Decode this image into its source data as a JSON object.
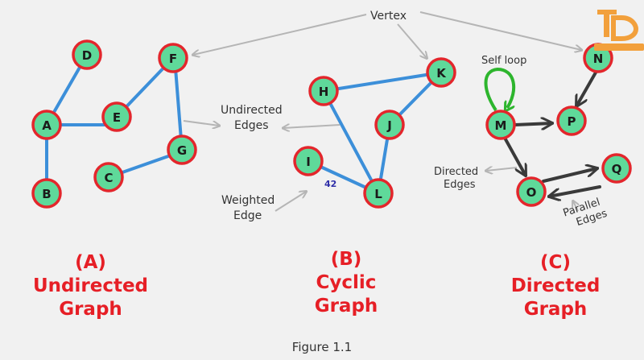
{
  "colors": {
    "background": "#f1f1f1",
    "node_fill": "#5fd99a",
    "node_stroke": "#e3262c",
    "undirected_edge": "#3c8fd9",
    "directed_edge": "#3a3a3a",
    "annotation_arrow": "#b5b5b5",
    "self_loop": "#2db52d",
    "title": "#e61f26",
    "weight": "#2f2fa8"
  },
  "annotations": {
    "vertex": "Vertex",
    "undirected_edges_1": "Undirected",
    "undirected_edges_2": "Edges",
    "weighted_edge_1": "Weighted",
    "weighted_edge_2": "Edge",
    "self_loop": "Self loop",
    "directed_edges_1": "Directed",
    "directed_edges_2": "Edges",
    "parallel_edges_1": "Parallel",
    "parallel_edges_2": "Edges",
    "edge_weight": "42"
  },
  "nodes": {
    "A": "A",
    "B": "B",
    "C": "C",
    "D": "D",
    "E": "E",
    "F": "F",
    "G": "G",
    "H": "H",
    "I": "I",
    "J": "J",
    "K": "K",
    "L": "L",
    "M": "M",
    "N": "N",
    "O": "O",
    "P": "P",
    "Q": "Q"
  },
  "graphs": {
    "a": {
      "letter": "(A)",
      "line1": "Undirected",
      "line2": "Graph"
    },
    "b": {
      "letter": "(B)",
      "line1": "Cyclic",
      "line2": "Graph"
    },
    "c": {
      "letter": "(C)",
      "line1": "Directed",
      "line2": "Graph"
    }
  },
  "caption": "Figure 1.1"
}
